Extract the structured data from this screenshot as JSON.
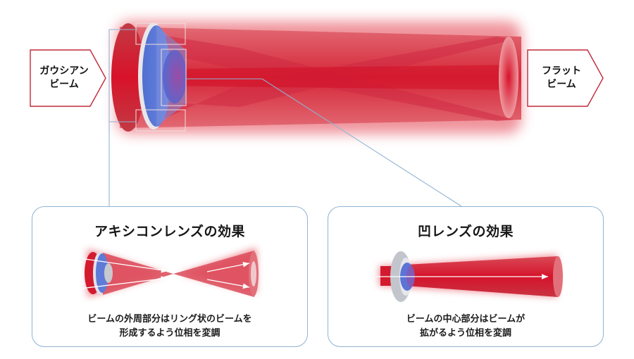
{
  "diagram": {
    "title": "Gaussian beam to flat beam conversion (axicon + concave lens)",
    "colors": {
      "beam_red": "#d61a2f",
      "beam_light": "#e57a84",
      "lens_blue": "#5b78d6",
      "lens_gray": "#c9cbd2",
      "connector_line": "#8fb3d3",
      "arrow_box_border": "#c0283a",
      "panel_border": "#8fb3d3"
    },
    "input_label": {
      "text": "ガウシアン\nビーム"
    },
    "output_label": {
      "text": "フラット\nビーム"
    },
    "panels": [
      {
        "title": "アキシコンレンズの効果",
        "caption_line1": "ビームの外周部分はリング状のビームを",
        "caption_line2": "形成するよう位相を変調"
      },
      {
        "title": "凹レンズの効果",
        "caption_line1": "ビームの中心部分はビームが",
        "caption_line2": "拡がるよう位相を変調"
      }
    ]
  }
}
